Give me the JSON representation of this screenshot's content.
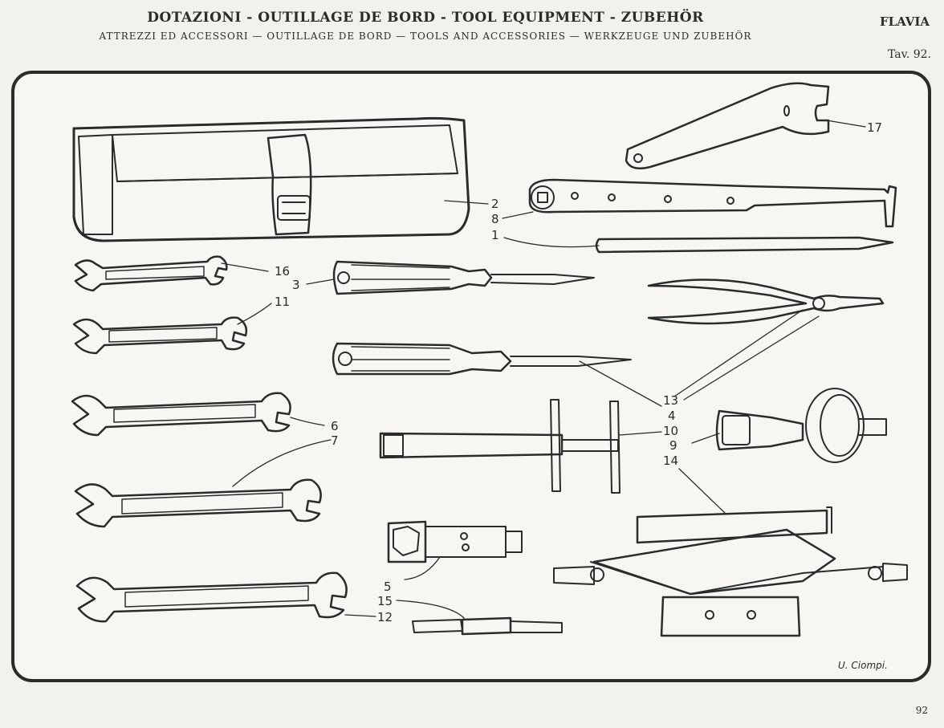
{
  "header": {
    "title": "DOTAZIONI - OUTILLAGE DE BORD - TOOL EQUIPMENT - ZUBEHÖR",
    "subtitle": "ATTREZZI ED ACCESSORI — OUTILLAGE DE BORD — TOOLS AND ACCESSORIES — WERKZEUGE UND ZUBEHÖR",
    "model": "FLAVIA",
    "plate": "Tav. 92."
  },
  "signature": "U. Ciompi.",
  "page_number": "92",
  "callouts": [
    {
      "id": "c17",
      "text": "17"
    },
    {
      "id": "c2",
      "text": "2"
    },
    {
      "id": "c8",
      "text": "8"
    },
    {
      "id": "c1",
      "text": "1"
    },
    {
      "id": "c16",
      "text": "16"
    },
    {
      "id": "c3",
      "text": "3"
    },
    {
      "id": "c11",
      "text": "11"
    },
    {
      "id": "c13",
      "text": "13"
    },
    {
      "id": "c4",
      "text": "4"
    },
    {
      "id": "c6",
      "text": "6"
    },
    {
      "id": "c7",
      "text": "7"
    },
    {
      "id": "c10",
      "text": "10"
    },
    {
      "id": "c9",
      "text": "9"
    },
    {
      "id": "c14",
      "text": "14"
    },
    {
      "id": "c5",
      "text": "5"
    },
    {
      "id": "c15",
      "text": "15"
    },
    {
      "id": "c12",
      "text": "12"
    }
  ],
  "colors": {
    "ink": "#2b2b2b",
    "paper": "#f3f1ec",
    "panel": "#f7f6f2"
  }
}
